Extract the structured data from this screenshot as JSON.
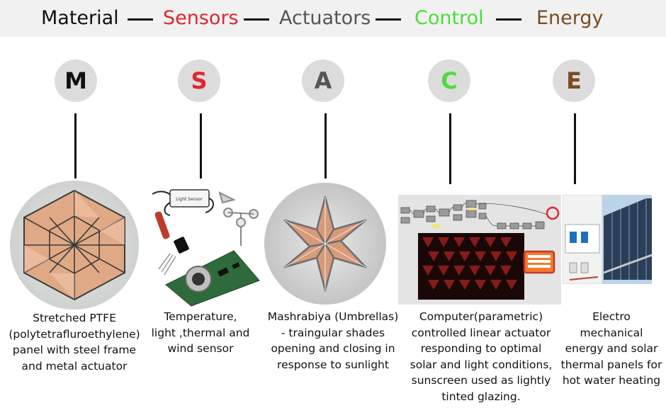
{
  "header": {
    "items": [
      {
        "label": "Material",
        "color": "#111111"
      },
      {
        "label": "Sensors",
        "color": "#e0262e"
      },
      {
        "label": "Actuators",
        "color": "#555555"
      },
      {
        "label": "Control",
        "color": "#4cdd3a"
      },
      {
        "label": "Energy",
        "color": "#7a4c1f"
      }
    ],
    "separator": "—"
  },
  "columns": [
    {
      "letter": "M",
      "color": "#111111",
      "icon": "ptfe-panel-image",
      "caption_lines": [
        "Stretched PTFE",
        "(polytetrafluroethylene)",
        "panel with steel frame",
        "and metal actuator"
      ]
    },
    {
      "letter": "S",
      "color": "#e0262e",
      "icon": "sensors-image",
      "caption_lines": [
        "Temperature,",
        "light ,thermal and",
        "wind sensor"
      ],
      "device_label": "Light Sensor"
    },
    {
      "letter": "A",
      "color": "#555555",
      "icon": "umbrella-image",
      "caption_lines": [
        "Mashrabiya (Umbrellas)",
        "- traingular shades",
        "opening and closing in",
        "response to sunlight"
      ]
    },
    {
      "letter": "C",
      "color": "#4cdd3a",
      "icon": "parametric-image",
      "caption_lines": [
        "Computer(parametric)",
        "controlled linear actuator",
        "responding to optimal",
        "solar and light conditions,",
        "sunscreen used as lightly",
        "tinted glazing."
      ]
    },
    {
      "letter": "E",
      "color": "#7a4c1f",
      "icon": "energy-image",
      "caption_lines": [
        "Electro",
        "mechanical",
        "energy and solar",
        "thermal panels for",
        "hot water heating"
      ]
    }
  ]
}
